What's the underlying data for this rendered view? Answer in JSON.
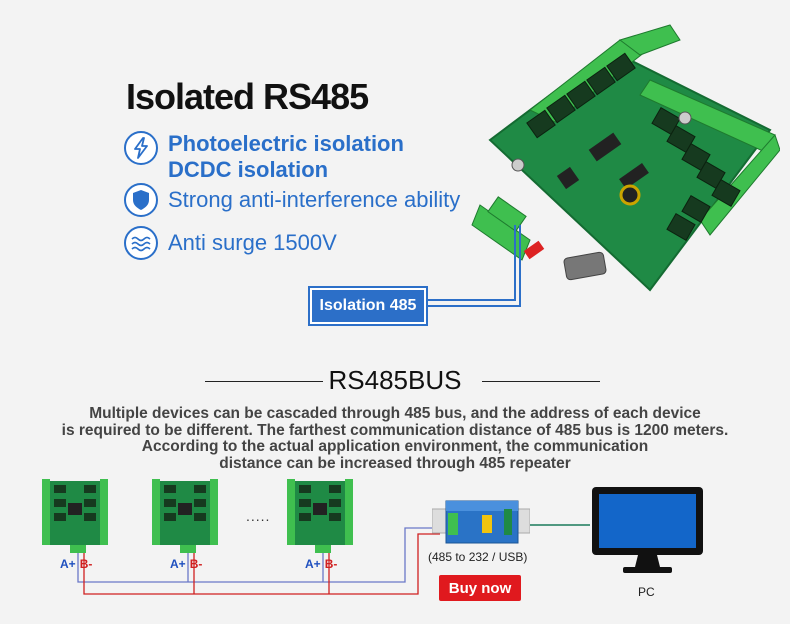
{
  "title": "Isolated RS485",
  "features": [
    {
      "line1": "Photoelectric isolation",
      "line2": "DCDC isolation",
      "icon": "lightning-icon"
    },
    {
      "line1": "Strong anti-interference ability",
      "icon": "shield-icon"
    },
    {
      "line1": "Anti surge 1500V",
      "icon": "wave-icon"
    }
  ],
  "isolation_label": "Isolation 485",
  "bus": {
    "title": "RS485BUS",
    "description": [
      "Multiple devices can be cascaded through 485 bus, and the address of each device",
      "is required to be different. The farthest communication distance of 485 bus is 1200 meters.",
      "According to the actual application environment, the communication",
      "distance can be increased through 485 repeater"
    ],
    "a_label": "A+",
    "b_label": "B-",
    "ellipsis": ".....",
    "converter_label": "(485 to 232 / USB)",
    "buy_label": "Buy now",
    "pc_label": "PC"
  },
  "colors": {
    "accent": "#2a6fc9",
    "board": "#1f8a45",
    "terminal": "#3fbf4f",
    "buy": "#e0191e",
    "wire_red": "#d02020",
    "wire_blue": "#6a78c8"
  }
}
